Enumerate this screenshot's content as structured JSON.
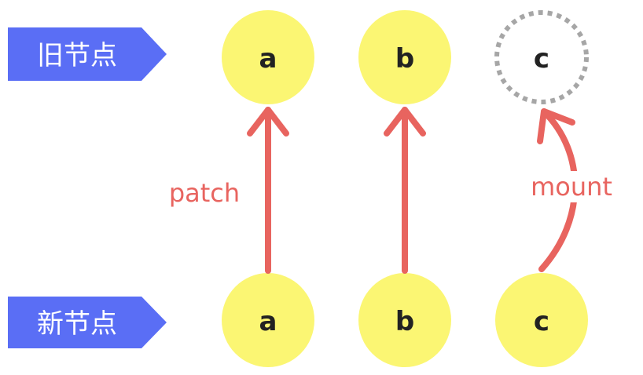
{
  "row_labels": {
    "old": "旧节点",
    "new": "新节点"
  },
  "old_nodes": [
    {
      "label": "a",
      "state": "existing"
    },
    {
      "label": "b",
      "state": "existing"
    },
    {
      "label": "c",
      "state": "placeholder"
    }
  ],
  "new_nodes": [
    {
      "label": "a"
    },
    {
      "label": "b"
    },
    {
      "label": "c"
    }
  ],
  "edges": {
    "patch": "patch",
    "mount": "mount"
  },
  "colors": {
    "tag": "#5a6ef5",
    "tag_text": "#ffffff",
    "node_fill": "#fbf673",
    "node_text": "#222222",
    "arrow": "#e8645f",
    "placeholder_stroke": "#a6a6a6"
  }
}
